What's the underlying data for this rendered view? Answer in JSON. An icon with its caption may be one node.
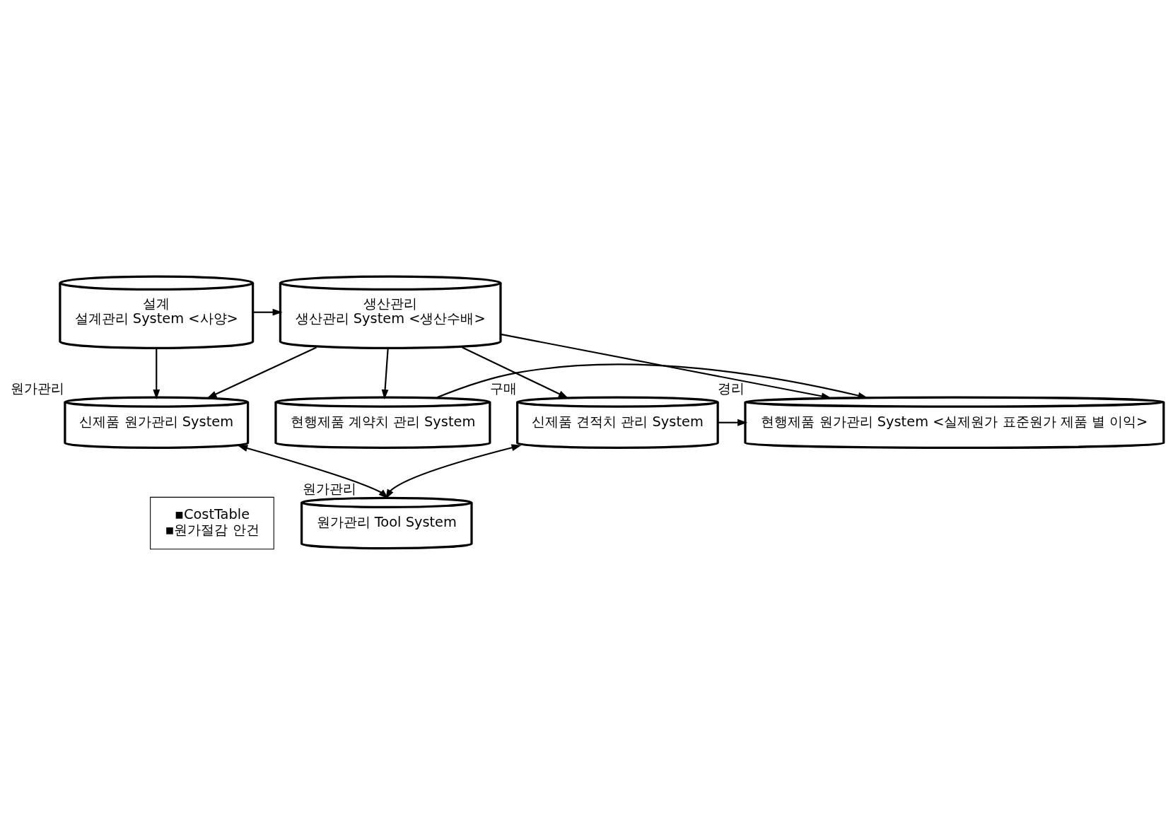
{
  "diagram": {
    "nodes": [
      {
        "text": [
          "설계",
          "설계관리 System <사양>"
        ]
      },
      {
        "text": [
          "생산관리",
          "생산관리 System <생산수배>"
        ]
      },
      {
        "text": [
          "신제품 원가관리 System"
        ],
        "beside": [
          "원가관리"
        ]
      },
      {
        "text": [
          "현행제품 원가관리 System <실제원가 표준원가 제품 별 이익>"
        ],
        "beside": [
          "경리"
        ]
      },
      {
        "text": [
          "현행제품 계약치 관리 System"
        ]
      },
      {
        "text": [
          "신제품 견적치 관리 System"
        ],
        "beside": [
          "구매"
        ]
      },
      {
        "text": [
          "원가관리 Tool System"
        ],
        "beside": [
          "원가관리"
        ]
      },
      {
        "text": [
          "▪CostTable",
          "▪원가절감 안건"
        ]
      }
    ],
    "edges": [
      {
        "from": 0,
        "to": 1,
        "arrow": "to"
      },
      {
        "from": 0,
        "to": 2,
        "arrow": "to"
      },
      {
        "from": 1,
        "to": 2,
        "arrow": "to"
      },
      {
        "from": 1,
        "to": 3,
        "arrow": "to"
      },
      {
        "from": 1,
        "to": 5,
        "arrow": "to"
      },
      {
        "from": 1,
        "to": 4,
        "arrow": "to"
      },
      {
        "from": 4,
        "to": 3,
        "arrow": "to"
      },
      {
        "from": 5,
        "to": 3,
        "arrow": "to"
      },
      {
        "from": 2,
        "to": 6,
        "arrow": "both"
      },
      {
        "from": 5,
        "to": 6,
        "arrow": "both"
      }
    ]
  }
}
